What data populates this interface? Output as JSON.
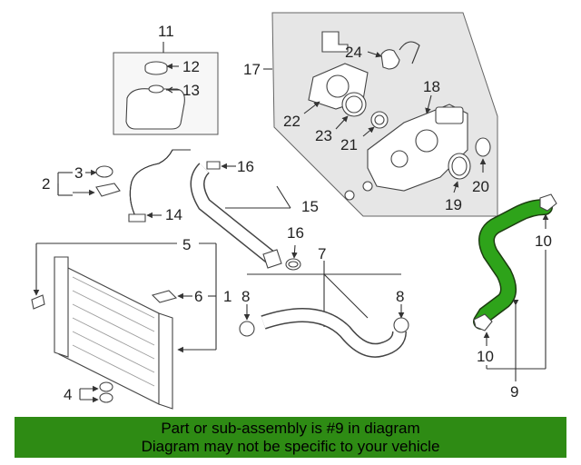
{
  "callouts": {
    "c1": "1",
    "c2": "2",
    "c3": "3",
    "c4": "4",
    "c5": "5",
    "c6": "6",
    "c7": "7",
    "c8a": "8",
    "c8b": "8",
    "c9": "9",
    "c10a": "10",
    "c10b": "10",
    "c11": "11",
    "c12": "12",
    "c13": "13",
    "c14": "14",
    "c15": "15",
    "c16a": "16",
    "c16b": "16",
    "c17": "17",
    "c18": "18",
    "c19": "19",
    "c20": "20",
    "c21": "21",
    "c22": "22",
    "c23": "23",
    "c24": "24"
  },
  "notice": {
    "line1": "Part or sub-assembly is #9 in diagram",
    "line2": "Diagram may not be specific to your vehicle"
  },
  "colors": {
    "highlight_part": "#2ea31a",
    "notice_bar": "#2e8b14"
  }
}
